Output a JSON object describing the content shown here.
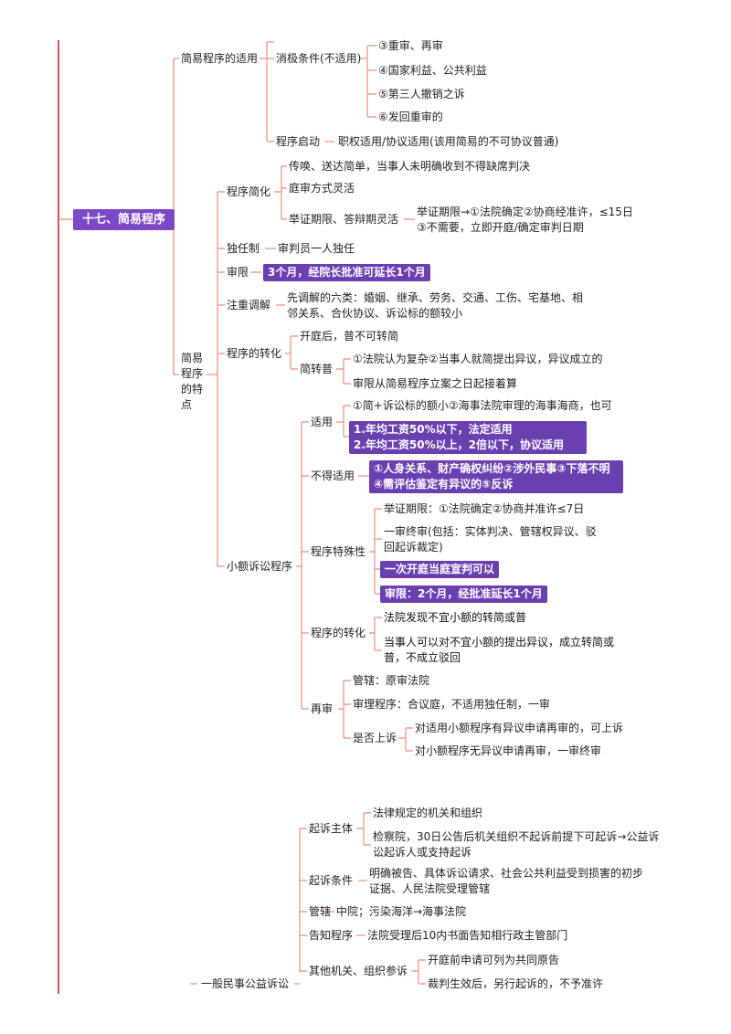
{
  "root": "十七、简易程序",
  "b1": {
    "title": "简易程序的适用",
    "neg": "消极条件(不适用)",
    "neg_items": [
      "③重审、再审",
      "④国家利益、公共利益",
      "⑤第三人撤销之诉",
      "⑥发回重审的"
    ],
    "start": "程序启动",
    "start_val": "职权适用/协议适用(该用简易的不可协议普通)"
  },
  "b2": {
    "title": "简易程序的特点",
    "simp": "程序简化",
    "simp_items": [
      "传唤、送达简单，当事人未明确收到不得缺席判决",
      "庭审方式灵活"
    ],
    "proof": "举证期限、答辩期灵活",
    "proof_val": "举证期限→①法院确定②协商经准许，≤15日③不需要，立即开庭/确定审判日期",
    "solo": "独任制",
    "solo_val": "审判员一人独任",
    "term": "审限",
    "term_val": "3个月，经院长批准可延长1个月",
    "med": "注重调解",
    "med_val": "先调解的六类：婚姻、继承、劳务、交通、工伤、宅基地、相邻关系、合伙协议、诉讼标的额较小",
    "conv": "程序的转化",
    "conv_a": "开庭后，普不可转简",
    "conv_b": "简转普",
    "conv_b_items": [
      "①法院认为复杂②当事人就简提出异议，异议成立的",
      "审限从简易程序立案之日起接着算"
    ],
    "small": {
      "title": "小额诉讼程序",
      "apply": "适用",
      "apply_a": "①简+诉讼标的额小②海事法院审理的海事海商，也可",
      "apply_b": "1.年均工资50%以下，法定适用\n2.年均工资50%以上，2倍以下，协议适用",
      "notapply": "不得适用",
      "notapply_val": "①人身关系、财产确权纠纷②涉外民事③下落不明④需评估鉴定有异议的⑤反诉",
      "special": "程序特殊性",
      "special_a": "举证期限：①法院确定②协商并准许≤7日",
      "special_b": "一审终审(包括：实体判决、管辖权异议、驳回起诉裁定)",
      "special_c": "一次开庭当庭宣判可以",
      "special_d": "审限：2个月，经批准延长1个月",
      "conv": "程序的转化",
      "conv_a": "法院发现不宜小额的转简或普",
      "conv_b": "当事人可以对不宜小额的提出异议，成立转简或普，不成立驳回",
      "retrial": "再审",
      "retrial_a": "管辖：原审法院",
      "retrial_b": "审理程序：合议庭，不适用独任制，一审",
      "retrial_c": "是否上诉",
      "retrial_c_items": [
        "对适用小额程序有异议申请再审的，可上诉",
        "对小额程序无异议申请再审，一审终审"
      ]
    }
  },
  "b3": {
    "title": "一般民事公益诉讼",
    "subj": "起诉主体",
    "subj_items": [
      "法律规定的机关和组织",
      "检察院，30日公告后机关组织不起诉前提下可起诉→公益诉讼起诉人或支持起诉"
    ],
    "cond": "起诉条件",
    "cond_val": "明确被告、具体诉讼请求、社会公共利益受到损害的初步证据、人民法院受理管辖",
    "juris": "管辖",
    "juris_val": "中院；污染海洋→海事法院",
    "notice": "告知程序",
    "notice_val": "法院受理后10内书面告知相行政主管部门",
    "other": "其他机关、组织参诉",
    "other_items": [
      "开庭前申请可列为共同原告",
      "裁判生效后，另行起诉的，不予准许"
    ]
  },
  "colors": {
    "line": "#f08a80",
    "spine": "#e05050",
    "highlight": "#6a3fb0",
    "root": "#7b48c8"
  }
}
